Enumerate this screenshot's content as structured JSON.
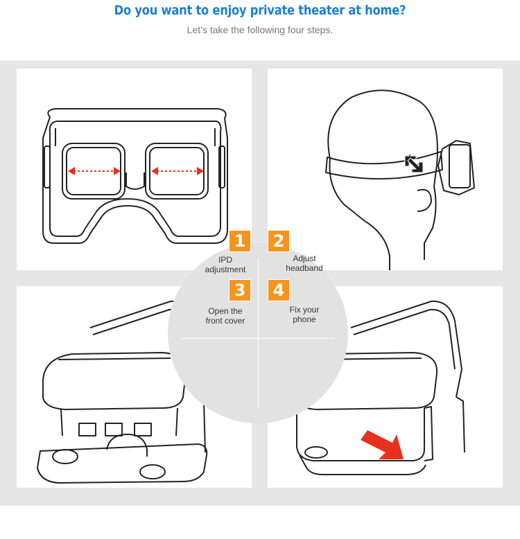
{
  "header": {
    "title": "Do you want to enjoy private theater at home?",
    "subtitle": "Let’s take the following four steps."
  },
  "steps": [
    {
      "number": "1",
      "label_line1": "IPD",
      "label_line2": "adjustment"
    },
    {
      "number": "2",
      "label_line1": "Adjust",
      "label_line2": "headband"
    },
    {
      "number": "3",
      "label_line1": "Open the",
      "label_line2": "front cover"
    },
    {
      "number": "4",
      "label_line1": "Fix your",
      "label_line2": "phone"
    }
  ],
  "colors": {
    "title": "#1a7fd6",
    "badge": "#f7941d",
    "arrow": "#e8301e",
    "panel_bg": "#e6e6e6",
    "circle": "#e2e2e2"
  },
  "illustrations": [
    {
      "icon": "vr-headset-lenses-icon"
    },
    {
      "icon": "head-with-headband-icon"
    },
    {
      "icon": "vr-headset-open-cover-icon"
    },
    {
      "icon": "vr-headset-insert-phone-icon"
    }
  ]
}
